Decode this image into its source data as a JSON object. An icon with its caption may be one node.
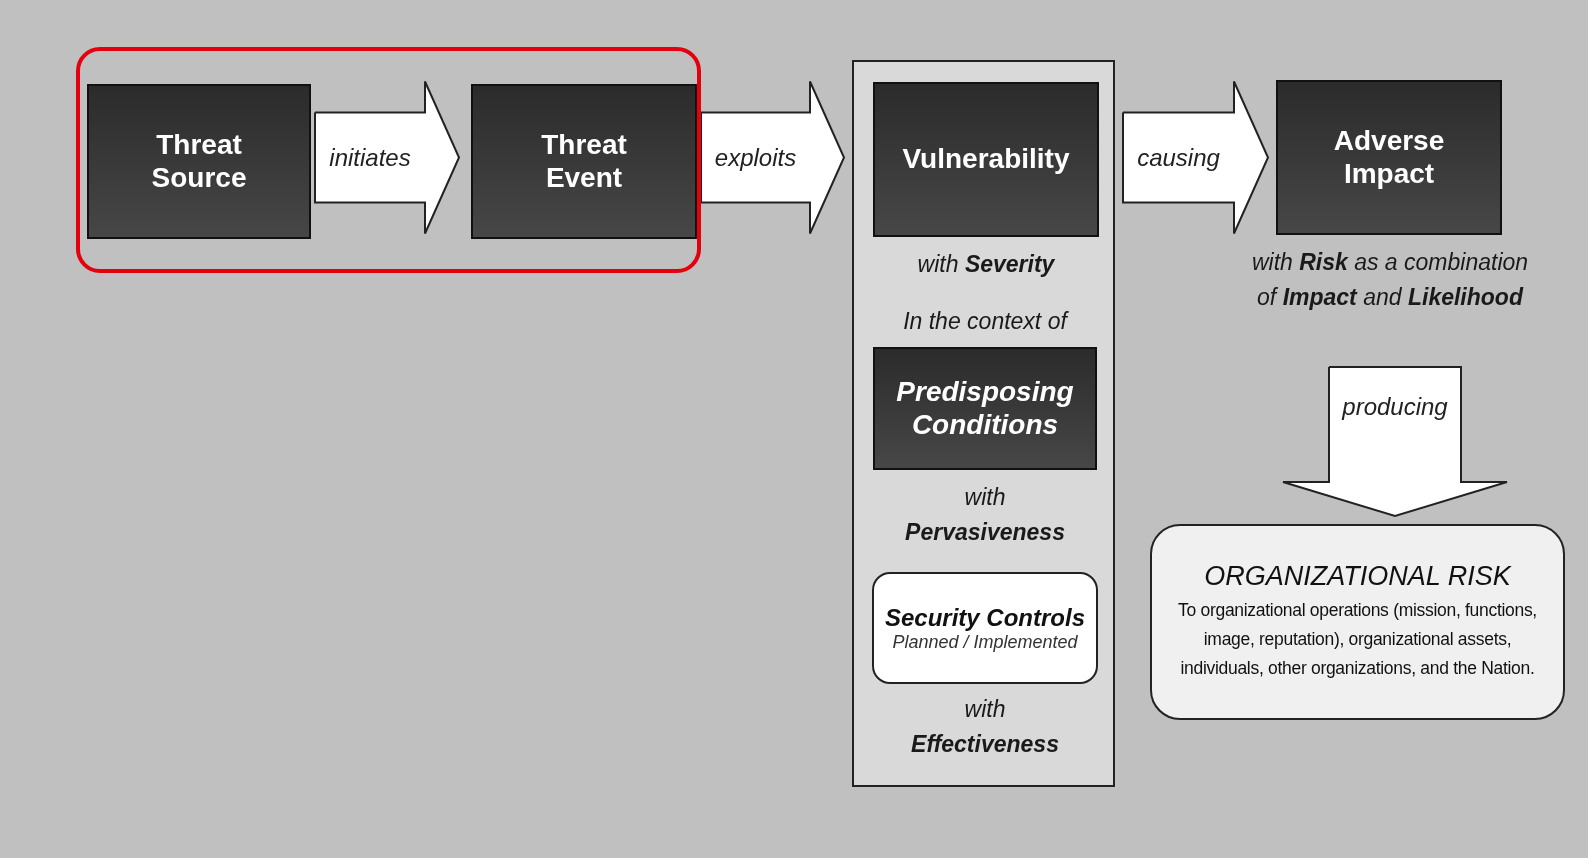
{
  "diagram": {
    "nodes": [
      {
        "text": [],
        "shape": "box"
      },
      {
        "text": [
          "Threat Source"
        ],
        "in": 0
      },
      {
        "text": [
          "Threat Event"
        ],
        "in": 0
      },
      {
        "text": [],
        "shape": "box"
      },
      {
        "text": [
          "Vulnerability"
        ],
        "in": 3,
        "beside": [
          "with **Severity**"
        ]
      },
      {
        "text": [
          "Predisposing Conditions"
        ],
        "in": 3,
        "beside": [
          "In the context of",
          "with **Pervasiveness**"
        ]
      },
      {
        "text": [
          "Security Controls",
          "Planned / Implemented"
        ],
        "in": 3,
        "beside": [
          "with **Effectiveness**"
        ]
      },
      {
        "text": [
          "Adverse Impact"
        ],
        "beside": [
          "with **Risk** as a combination of **Impact** and **Likelihood**"
        ]
      },
      {
        "text": [
          "ORGANIZATIONAL RISK",
          "To organizational operations (mission, functions, image, reputation), organizational assets, individuals, other organizations, and the Nation."
        ]
      }
    ],
    "edges": [
      {
        "from": 1,
        "to": 2,
        "arrow": "to",
        "label": "initiates"
      },
      {
        "from": 2,
        "to": 3,
        "arrow": "to",
        "label": "exploits"
      },
      {
        "from": 3,
        "to": 7,
        "arrow": "to",
        "label": "causing"
      },
      {
        "from": 7,
        "to": 8,
        "arrow": "to",
        "label": "producing"
      }
    ]
  }
}
